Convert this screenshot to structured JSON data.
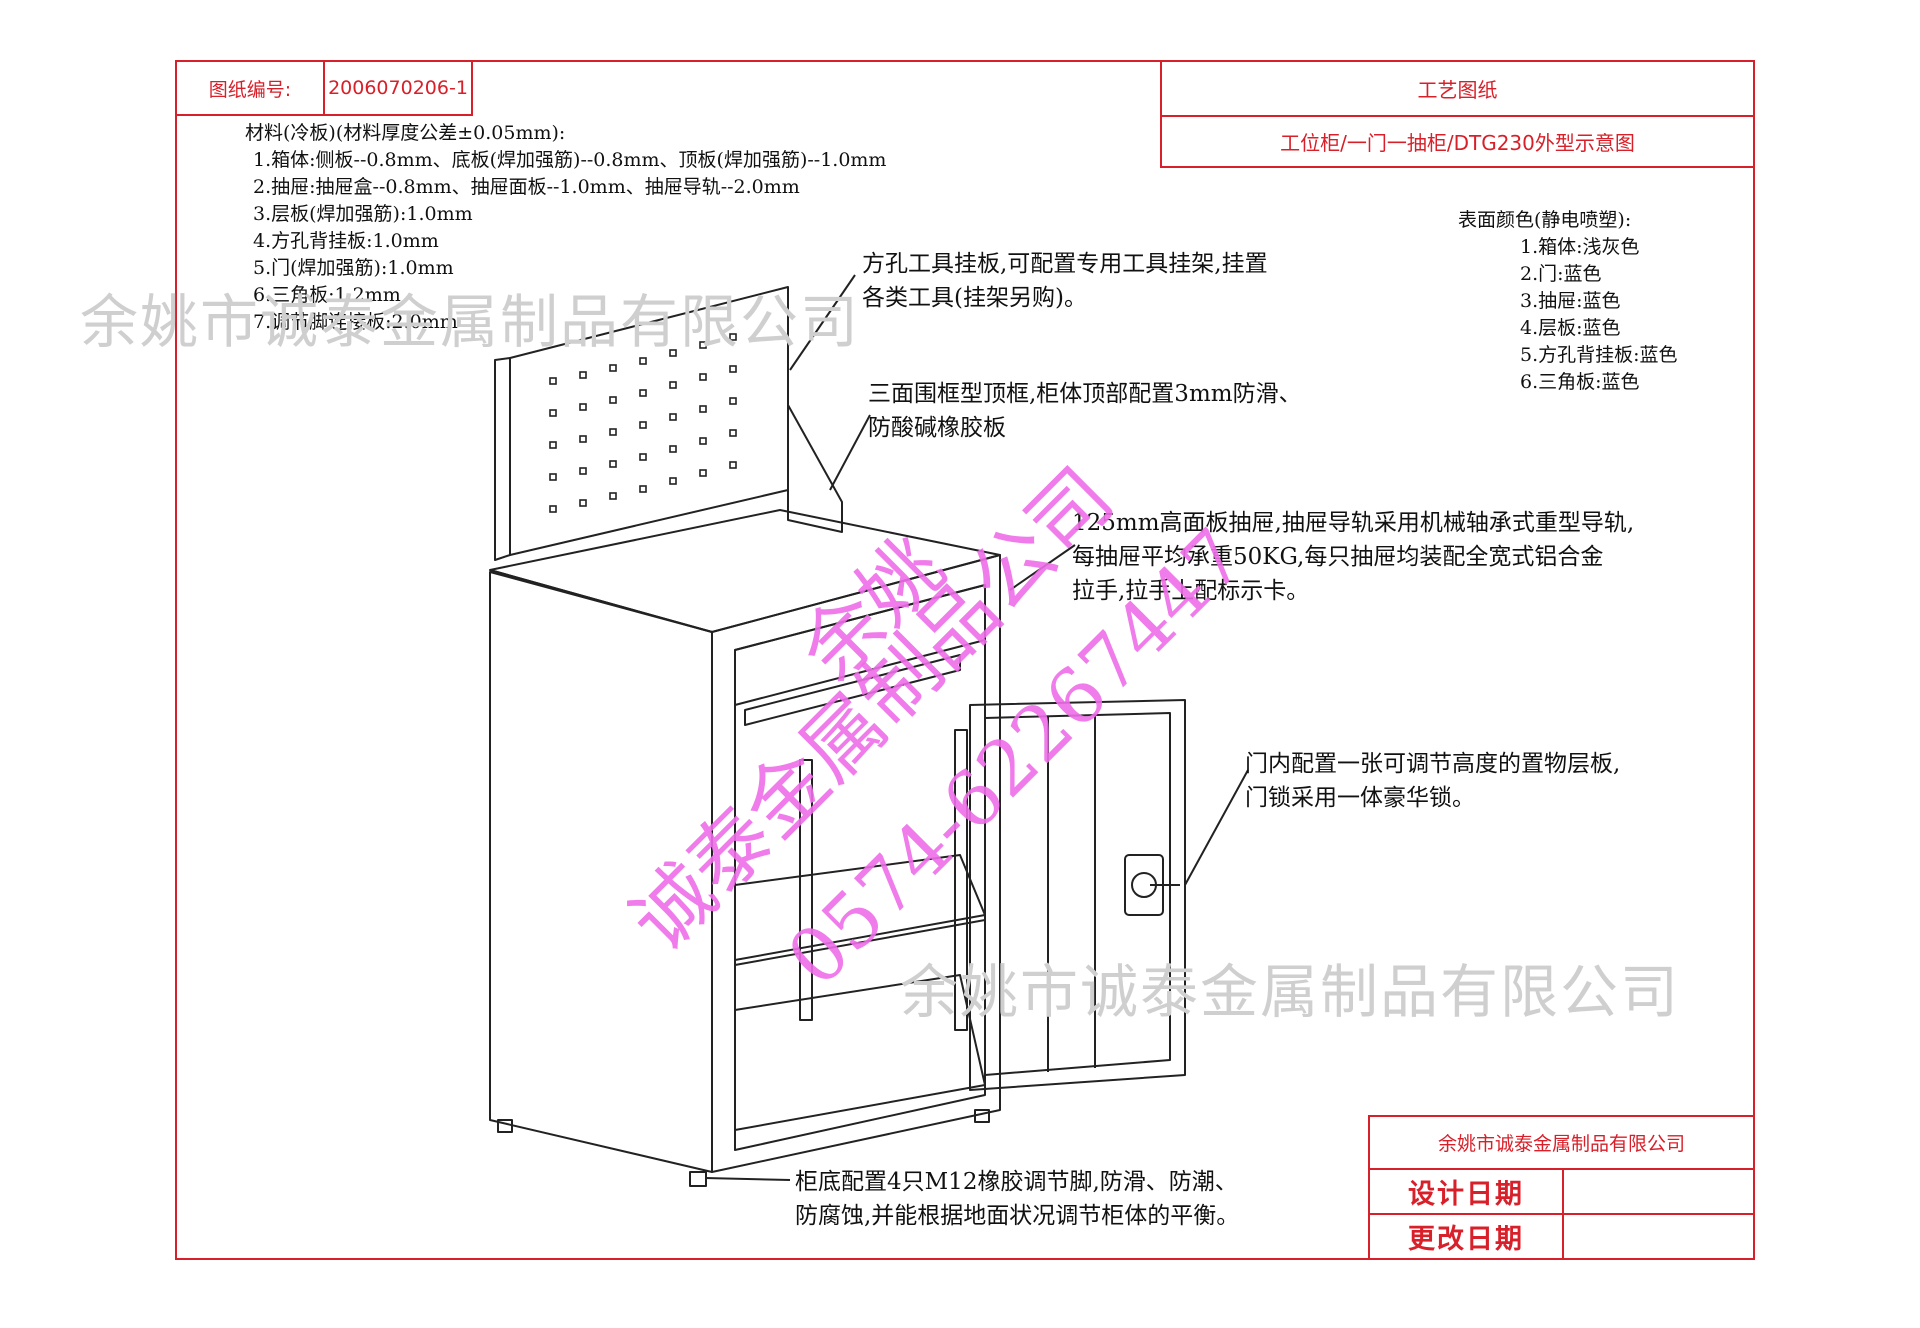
{
  "title_block": {
    "drawing_no_label": "图纸编号:",
    "drawing_no": "2006070206-1",
    "category": "工艺图纸",
    "drawing_title": "工位柜/一门一抽柜/DTG230外型示意图",
    "company": "余姚市诚泰金属制品有限公司",
    "design_date_label": "设计日期",
    "change_date_label": "更改日期"
  },
  "materials": {
    "heading": "材料(冷板)(材料厚度公差±0.05mm):",
    "items": [
      "1.箱体:侧板--0.8mm、底板(焊加强筋)--0.8mm、顶板(焊加强筋)--1.0mm",
      "2.抽屉:抽屉盒--0.8mm、抽屉面板--1.0mm、抽屉导轨--2.0mm",
      "3.层板(焊加强筋):1.0mm",
      "4.方孔背挂板:1.0mm",
      "5.门(焊加强筋):1.0mm",
      "6.三角板:1.2mm",
      "7.调节脚连接板:2.0mm"
    ]
  },
  "surface": {
    "heading": "表面颜色(静电喷塑):",
    "items": [
      "1.箱体:浅灰色",
      "2.门:蓝色",
      "3.抽屉:蓝色",
      "4.层板:蓝色",
      "5.方孔背挂板:蓝色",
      "6.三角板:蓝色"
    ]
  },
  "callouts": {
    "pegboard": [
      "方孔工具挂板,可配置专用工具挂架,挂置",
      "各类工具(挂架另购)。"
    ],
    "top_frame": [
      "三面围框型顶框,柜体顶部配置3mm防滑、",
      "防酸碱橡胶板"
    ],
    "drawer": [
      "125mm高面板抽屉,抽屉导轨采用机械轴承式重型导轨,",
      "每抽屉平均承重50KG,每只抽屉均装配全宽式铝合金",
      "拉手,拉手上配标示卡。"
    ],
    "door": [
      "门内配置一张可调节高度的置物层板,",
      "门锁采用一体豪华锁。"
    ],
    "feet": [
      "柜底配置4只M12橡胶调节脚,防滑、防潮、",
      "防腐蚀,并能根据地面状况调节柜体的平衡。"
    ]
  },
  "watermarks": {
    "gray": "余姚市诚泰金属制品有限公司",
    "pink_name_1": "余姚",
    "pink_name_2": "诚泰金属制品公司",
    "pink_phone": "0574-62267447"
  },
  "colors": {
    "frame": "#d8202a",
    "watermark_pink": "#ef6de8",
    "watermark_gray": "#cfcfcf"
  }
}
